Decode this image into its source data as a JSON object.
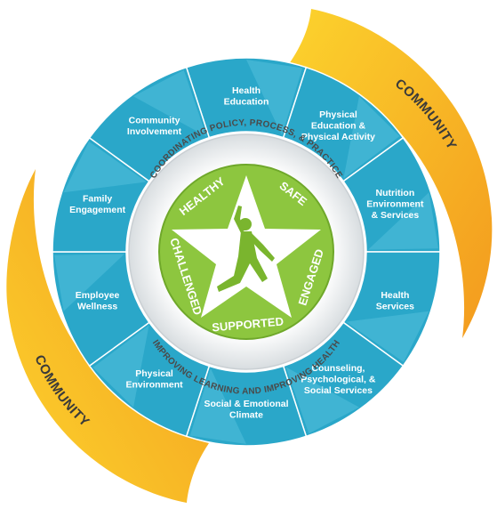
{
  "community": {
    "top_right": "COMMUNITY",
    "bottom_left": "COMMUNITY"
  },
  "components": [
    {
      "lines": [
        "Health",
        "Education"
      ]
    },
    {
      "lines": [
        "Physical",
        "Education &",
        "Physical Activity"
      ]
    },
    {
      "lines": [
        "Nutrition",
        "Environment",
        "& Services"
      ]
    },
    {
      "lines": [
        "Health",
        "Services"
      ]
    },
    {
      "lines": [
        "Counseling,",
        "Psychological, &",
        "Social Services"
      ]
    },
    {
      "lines": [
        "Social & Emotional",
        "Climate"
      ]
    },
    {
      "lines": [
        "Physical",
        "Environment"
      ]
    },
    {
      "lines": [
        "Employee",
        "Wellness"
      ]
    },
    {
      "lines": [
        "Family",
        "Engagement"
      ]
    },
    {
      "lines": [
        "Community",
        "Involvement"
      ]
    }
  ],
  "inner_ring": {
    "top": "COORDINATING POLICY, PROCESS, & PRACTICE",
    "bottom": "IMPROVING LEARNING AND IMPROVING HEALTH"
  },
  "star": {
    "healthy": "HEALTHY",
    "safe": "SAFE",
    "engaged": "ENGAGED",
    "supported": "SUPPORTED",
    "challenged": "CHALLENGED"
  },
  "colors": {
    "community_orange": "#f5a91c",
    "community_yellow": "#fcd32d",
    "segment_blue": "#2aa7c9",
    "segment_blue_light": "#5cc6e0",
    "inner_ring_gray": "#e9ecee",
    "star_green": "#8dc63f",
    "figure_green": "#7ab52e"
  },
  "icons": {
    "figure": "jumping-child-icon",
    "star": "star-icon"
  }
}
